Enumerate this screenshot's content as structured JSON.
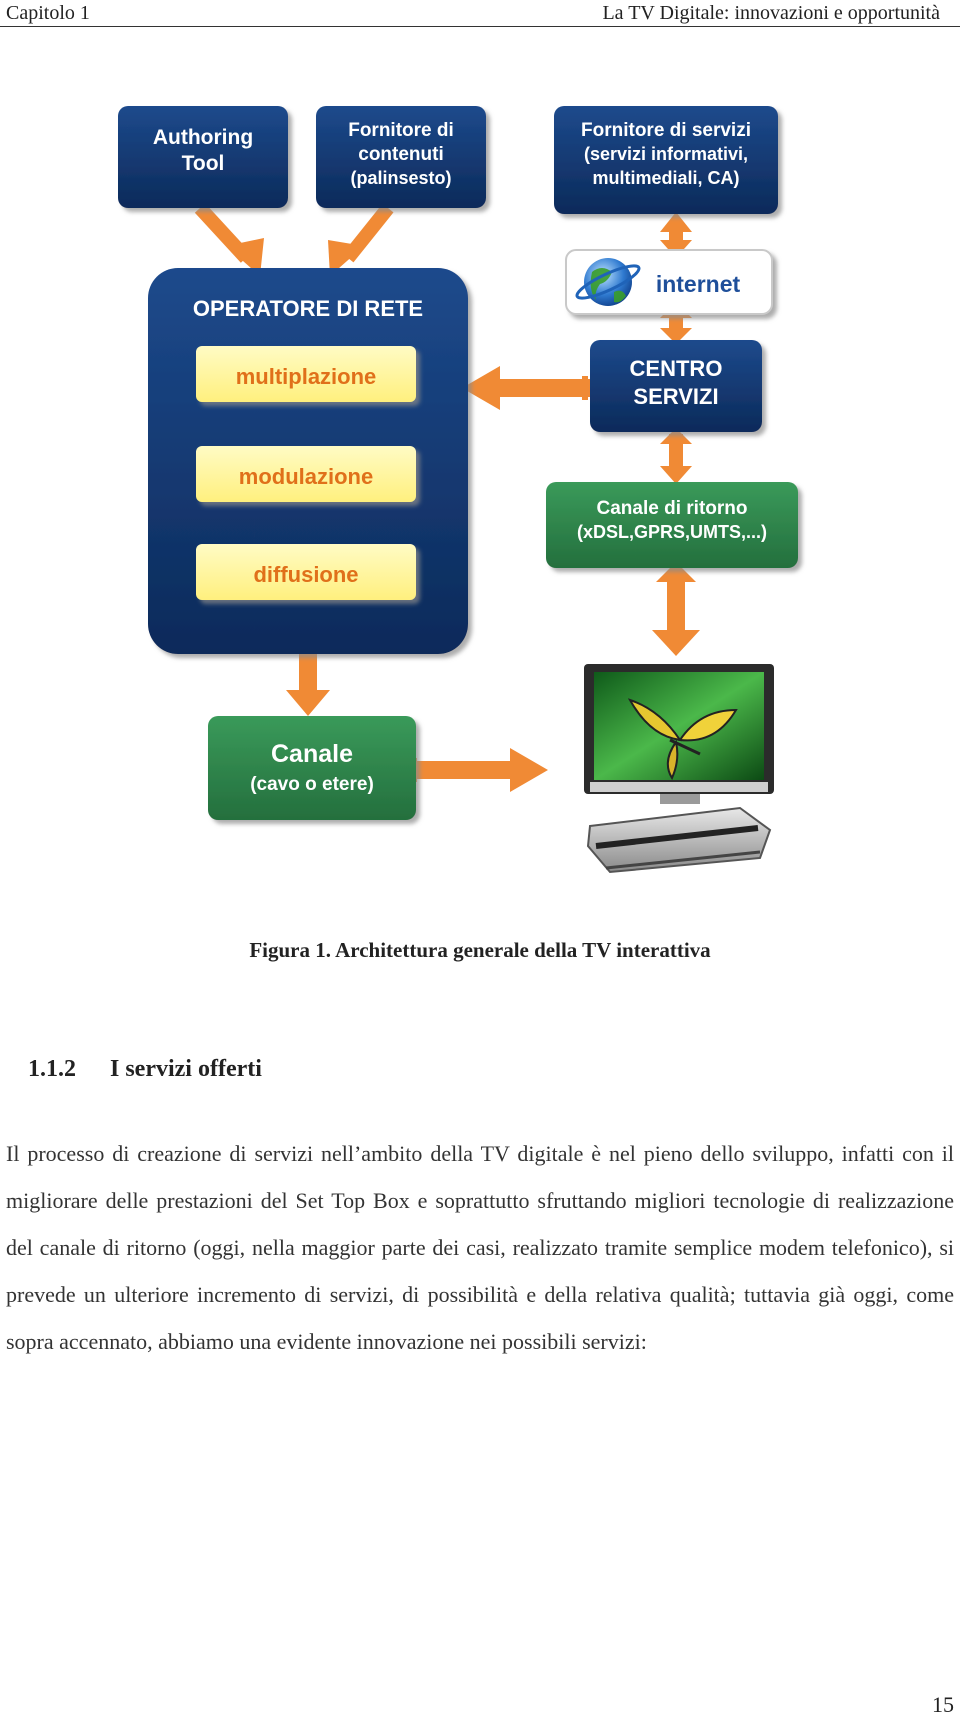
{
  "header": {
    "chapter": "Capitolo 1",
    "running_title": "La TV Digitale: innovazioni e opportunità"
  },
  "diagram": {
    "authoring_tool": [
      "Authoring",
      "Tool"
    ],
    "content_provider": [
      "Fornitore di",
      "contenuti",
      "(palinsesto)"
    ],
    "service_provider": [
      "Fornitore di servizi",
      "(servizi informativi,",
      "multimediali, CA)"
    ],
    "internet": "internet",
    "network_operator": "OPERATORE DI RETE",
    "multiplexing": "multiplazione",
    "modulation": "modulazione",
    "broadcasting": "diffusione",
    "service_center": [
      "CENTRO",
      "SERVIZI"
    ],
    "return_channel": [
      "Canale di ritorno",
      "(xDSL,GPRS,UMTS,...)"
    ],
    "channel": [
      "Canale",
      "(cavo o etere)"
    ],
    "colors": {
      "navy": "#0f2f63",
      "yellow": "#fff59a",
      "yellow_text": "#e0701a",
      "green": "#2e8a4c",
      "arrow": "#f08a35"
    }
  },
  "caption": "Figura 1. Architettura generale della TV interattiva",
  "section": {
    "number": "1.1.2",
    "title": "I servizi offerti"
  },
  "body": "Il processo di creazione di servizi nell’ambito della TV digitale è nel pieno dello sviluppo, infatti con il migliorare delle prestazioni del Set Top Box e soprattutto sfruttando migliori tecnologie di realizzazione del canale di ritorno (oggi, nella maggior parte dei casi, realizzato tramite semplice modem telefonico), si prevede un ulteriore incremento di servizi, di possibilità e della relativa qualità; tuttavia già oggi, come sopra accennato, abbiamo una evidente innovazione nei possibili servizi:",
  "page_number": "15"
}
